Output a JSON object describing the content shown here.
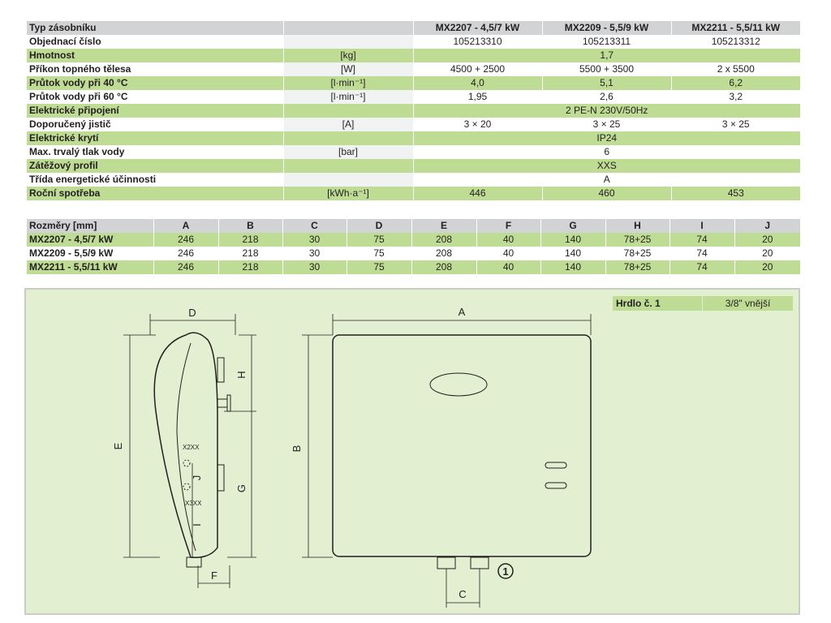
{
  "specs": {
    "header": {
      "label": "Typ zásobníku",
      "unit": "",
      "models": [
        "MX2207 - 4,5/7 kW",
        "MX2209 - 5,5/9 kW",
        "MX2211 - 5,5/11 kW"
      ]
    },
    "rows": [
      {
        "label": "Objednací číslo",
        "unit": "",
        "values": [
          "105213310",
          "105213311",
          "105213312"
        ]
      },
      {
        "label": "Hmotnost",
        "unit": "[kg]",
        "value": "1,7"
      },
      {
        "label": "Příkon topného tělesa",
        "unit": "[W]",
        "values": [
          "4500 + 2500",
          "5500 + 3500",
          "2 x 5500"
        ]
      },
      {
        "label": "Průtok vody při 40 °C",
        "unit": "[l·min⁻¹]",
        "values": [
          "4,0",
          "5,1",
          "6,2"
        ]
      },
      {
        "label": "Průtok vody při 60 °C",
        "unit": "[l·min⁻¹]",
        "values": [
          "1,95",
          "2,6",
          "3,2"
        ]
      },
      {
        "label": "Elektrické připojení",
        "unit": "",
        "value": "2 PE-N 230V/50Hz"
      },
      {
        "label": "Doporučený jistič",
        "unit": "[A]",
        "values": [
          "3 × 20",
          "3 × 25",
          "3 × 25"
        ]
      },
      {
        "label": "Elektrické krytí",
        "unit": "",
        "value": "IP24"
      },
      {
        "label": "Max. trvalý tlak vody",
        "unit": "[bar]",
        "value": "6"
      },
      {
        "label": "Zátěžový profil",
        "unit": "",
        "value": "XXS"
      },
      {
        "label": "Třída energetické účinnosti",
        "unit": "",
        "value": "A"
      },
      {
        "label": "Roční spotřeba",
        "unit": "[kWh·a⁻¹]",
        "values": [
          "446",
          "460",
          "453"
        ]
      }
    ]
  },
  "dimensions": {
    "header": {
      "label": "Rozměry [mm]",
      "columns": [
        "A",
        "B",
        "C",
        "D",
        "E",
        "F",
        "G",
        "H",
        "I",
        "J"
      ]
    },
    "rows": [
      {
        "model": "MX2207 - 4,5/7 kW",
        "values": [
          "246",
          "218",
          "30",
          "75",
          "208",
          "40",
          "140",
          "78+25",
          "74",
          "20"
        ]
      },
      {
        "model": "MX2209 - 5,5/9 kW",
        "values": [
          "246",
          "218",
          "30",
          "75",
          "208",
          "40",
          "140",
          "78+25",
          "74",
          "20"
        ]
      },
      {
        "model": "MX2211 - 5,5/11 kW",
        "values": [
          "246",
          "218",
          "30",
          "75",
          "208",
          "40",
          "140",
          "78+25",
          "74",
          "20"
        ]
      }
    ]
  },
  "drawing": {
    "hrdlo": {
      "label": "Hrdlo č. 1",
      "value": "3/8\" vnější"
    },
    "labels": {
      "A": "A",
      "B": "B",
      "C": "C",
      "D": "D",
      "E": "E",
      "F": "F",
      "G": "G",
      "H": "H",
      "I": "I",
      "J": "J",
      "x2": "X2XX",
      "x3": "X3XX",
      "callout": "1"
    }
  }
}
